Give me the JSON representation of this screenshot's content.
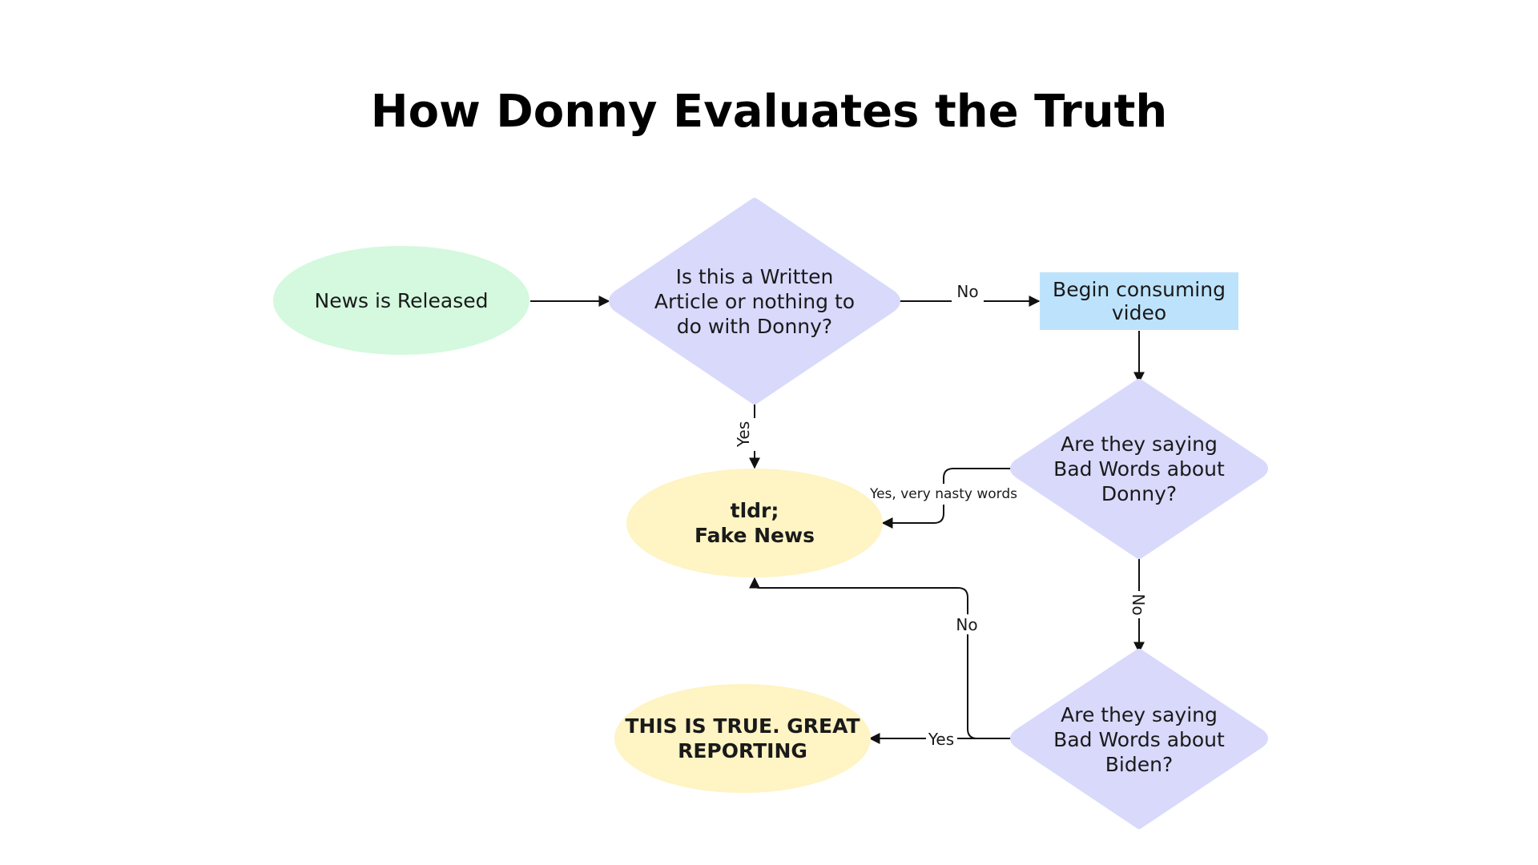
{
  "title": "How Donny Evaluates the Truth",
  "colors": {
    "start_fill": "#d4f9de",
    "decision_fill": "#d8d9fb",
    "process_fill": "#bde3fc",
    "terminal_fill": "#fef4c4",
    "edge": "#111111"
  },
  "nodes": {
    "news_released": {
      "lines": [
        "News is Released"
      ]
    },
    "written_article": {
      "lines": [
        "Is this a Written",
        "Article or nothing to",
        "do with Donny?"
      ]
    },
    "begin_video": {
      "lines": [
        "Begin consuming",
        "video"
      ]
    },
    "bad_words_donny": {
      "lines": [
        "Are they saying",
        "Bad Words about",
        "Donny?"
      ]
    },
    "fake_news": {
      "lines": [
        "tldr;",
        "Fake News"
      ]
    },
    "bad_words_biden": {
      "lines": [
        "Are they saying",
        "Bad Words about",
        "Biden?"
      ]
    },
    "true_reporting": {
      "lines": [
        "THIS IS TRUE. GREAT",
        "REPORTING"
      ]
    }
  },
  "edges": {
    "no_to_video": "No",
    "yes_to_fake": "Yes",
    "yes_nasty": "Yes, very nasty words",
    "no_to_biden": "No",
    "no_to_fake": "No",
    "yes_to_true": "Yes"
  }
}
